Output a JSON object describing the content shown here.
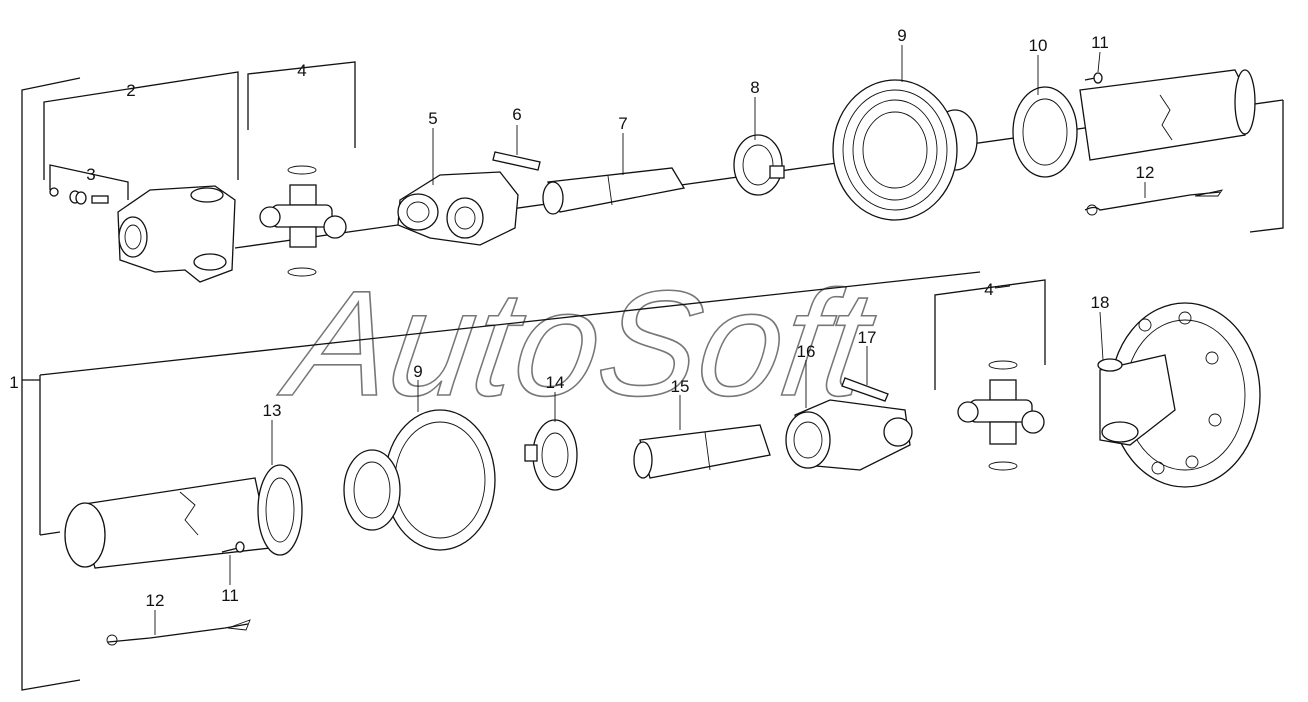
{
  "watermark": "AutoSoft",
  "callouts": {
    "c1": "1",
    "c2": "2",
    "c3": "3",
    "c4a": "4",
    "c4b": "4",
    "c5": "5",
    "c6": "6",
    "c7": "7",
    "c8": "8",
    "c9a": "9",
    "c9b": "9",
    "c10": "10",
    "c11a": "11",
    "c11b": "11",
    "c12a": "12",
    "c12b": "12",
    "c13": "13",
    "c14": "14",
    "c15": "15",
    "c16": "16",
    "c17": "17",
    "c18": "18"
  },
  "icons": [
    "yoke-icon",
    "cross-joint-icon",
    "pin-icon",
    "tube-icon",
    "bearing-ring-icon",
    "guard-cone-icon",
    "guard-tube-icon",
    "screw-icon",
    "chain-icon",
    "flange-yoke-icon"
  ]
}
